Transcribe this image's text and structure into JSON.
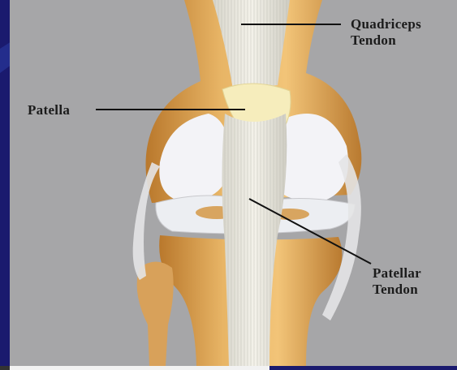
{
  "labels": {
    "quadriceps_line1": "Quadriceps",
    "quadriceps_line2": "Tendon",
    "patella": "Patella",
    "patellar_line1": "Patellar",
    "patellar_line2": "Tendon"
  },
  "colors": {
    "background": "#a6a6a8",
    "frame": "#1a1a6e",
    "bone": "#d9a55a",
    "cartilage": "#f4f4f8",
    "tendon": "#e6e4dc",
    "line": "#111111"
  }
}
